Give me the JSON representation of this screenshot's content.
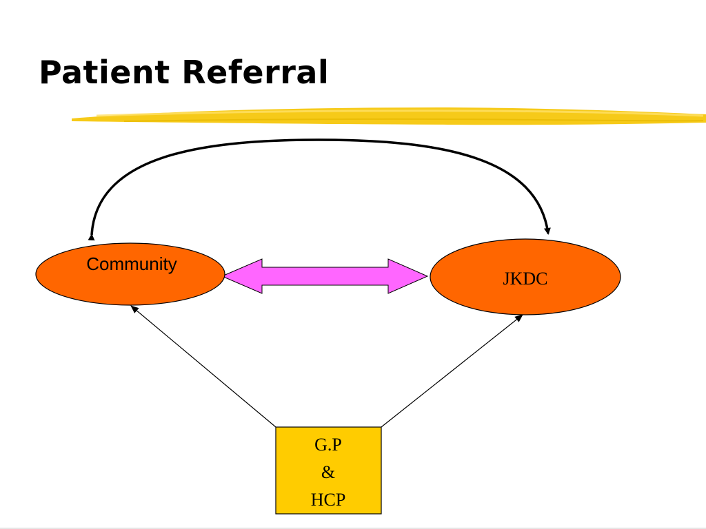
{
  "slide": {
    "title": "Patient Referral"
  },
  "diagram": {
    "nodes": {
      "community": {
        "label": "Community",
        "shape": "ellipse"
      },
      "jkdc": {
        "label": "JKDC",
        "shape": "ellipse"
      },
      "gp_hcp": {
        "lines": [
          "G.P",
          "&",
          "HCP"
        ],
        "shape": "rectangle"
      }
    },
    "edges": [
      {
        "from": "community",
        "to": "jkdc",
        "style": "double-headed block arrow"
      },
      {
        "from": "gp_hcp",
        "to": "community",
        "style": "thin arrow"
      },
      {
        "from": "gp_hcp",
        "to": "jkdc",
        "style": "thin arrow"
      },
      {
        "between": [
          "community",
          "jkdc"
        ],
        "style": "curved double-headed arrow"
      }
    ]
  },
  "colors": {
    "ellipse_fill": "#ff6600",
    "box_fill": "#ffcc00",
    "block_arrow_fill": "#ff66ff",
    "underline_brush": "#f5c400"
  }
}
